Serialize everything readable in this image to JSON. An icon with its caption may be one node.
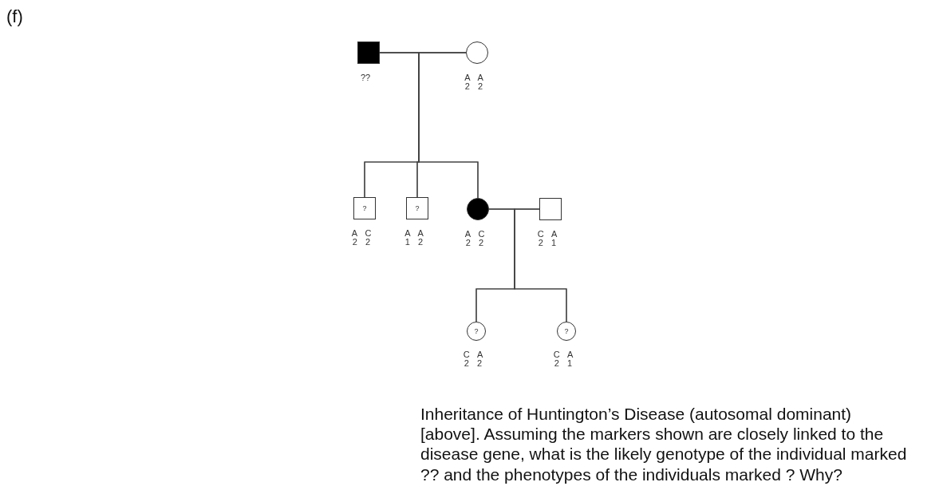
{
  "diagram": {
    "caption": "Inheritance of Huntington’s Disease (autosomal dominant) [above]. Assuming the markers shown are closely linked to the disease gene, what is the likely genotype of the individual marked ?? and the phenotypes of the individuals marked ? Why?",
    "nodes": [
      {
        "text": [],
        "shape": "box",
        "beside": [
          "??"
        ]
      },
      {
        "text": [],
        "shape": "circle",
        "beside": [
          "A A",
          "2 2"
        ]
      },
      {
        "text": [
          "?"
        ],
        "beside": [
          "A C",
          "2 2"
        ]
      },
      {
        "text": [
          "?"
        ],
        "beside": [
          "A A",
          "1 2"
        ]
      },
      {
        "text": [],
        "shape": "circle",
        "beside": [
          "A C",
          "2 2"
        ]
      },
      {
        "text": [],
        "shape": "box",
        "beside": [
          "C A",
          "2 1"
        ]
      },
      {
        "text": [
          "?"
        ],
        "beside": [
          "C A",
          "2 2"
        ]
      },
      {
        "text": [
          "?"
        ],
        "beside": [
          "C A",
          "2 1"
        ]
      }
    ],
    "edges": [
      {
        "from": 0,
        "to": 1,
        "arrow": "none"
      },
      {
        "from": 0,
        "to": 2,
        "arrow": "none"
      },
      {
        "from": 1,
        "to": 2,
        "arrow": "none"
      },
      {
        "from": 0,
        "to": 3,
        "arrow": "none"
      },
      {
        "from": 1,
        "to": 3,
        "arrow": "none"
      },
      {
        "from": 0,
        "to": 4,
        "arrow": "none"
      },
      {
        "from": 1,
        "to": 4,
        "arrow": "none"
      },
      {
        "from": 4,
        "to": 5,
        "arrow": "none"
      },
      {
        "from": 4,
        "to": 6,
        "arrow": "none"
      },
      {
        "from": 5,
        "to": 6,
        "arrow": "none"
      },
      {
        "from": 4,
        "to": 7,
        "arrow": "none"
      },
      {
        "from": 5,
        "to": 7,
        "arrow": "none"
      }
    ],
    "labels": [
      "(f)"
    ]
  }
}
